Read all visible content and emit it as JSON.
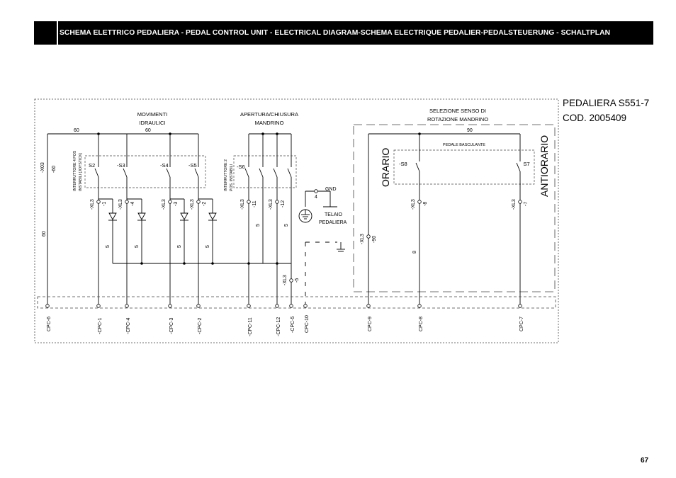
{
  "header": {
    "title": "SCHEMA ELETTRICO PEDALIERA - PEDAL CONTROL UNIT - ELECTRICAL DIAGRAM-SCHEMA ELECTRIQUE PEDALIER-PEDALSTEUERUNG - SCHALTPLAN"
  },
  "page_number": "67",
  "product": {
    "name": "PEDALIERA S551-7",
    "code": "COD. 2005409"
  },
  "sections": {
    "movimenti_line1": "MOVIMENTI",
    "movimenti_line2": "IDRAULICI",
    "apertura_line1": "APERTURA/CHIUSURA",
    "apertura_line2": "MANDRINO",
    "selezione_line1": "SELEZIONE SENSO DI",
    "selezione_line2": "ROTAZIONE MANDRINO",
    "pedale_basculante": "PEDALE BASCULANTE",
    "interruttore4_line1": "INTERRUTTORE 4 POS",
    "interruttore4_line2": "INSTABILI (JOYSTICK)",
    "interruttore2_line1": "INTERRUTTORE 2",
    "interruttore2_line2": "POS. INSTABILI",
    "orario": "ORARIO",
    "antiorario": "ANTIORARIO",
    "gnd": "GND",
    "gnd_pin": "4",
    "telaio_line1": "TELAIO",
    "telaio_line2": "PEDALIERA"
  },
  "wires": {
    "w60_left": "60",
    "w60_mid": "60",
    "w60_vert": "60",
    "w90": "90",
    "w5_a": "5",
    "w5_b": "5",
    "w5_c": "5",
    "w5_d": "5",
    "w5_e": "5",
    "w5_f": "5",
    "w8": "8"
  },
  "switches": {
    "s2": "S2",
    "s3": "-S3",
    "s4": "-S4",
    "s5": "-S5",
    "s6": "-S6",
    "s8": "-S8",
    "s7": "-S7"
  },
  "terminals": {
    "xl3_60": "-X03\n-60",
    "xl3_1": "-XL3\n-1",
    "xl3_4": "-XL3\n-4",
    "xl3_3": "-XL3\n-3",
    "xl3_2": "-XL3\n-2",
    "xl3_11": "-XL3\n-11",
    "xl3_12": "-XL3\n-12",
    "xl3_5": "-XL3\n-5",
    "xl3_90": "-XL3\n-90",
    "xl3_8": "-XL3\n-8",
    "xl3_7": "-XL3\n-7"
  },
  "connector_pins": [
    "CPC-6",
    "-CPC-1",
    "-CPC-4",
    "-CPC-3",
    "-CPC-2",
    "-CPC-11",
    "-CPC-12",
    "-CPC-5",
    "CPC-10",
    "CPC-9",
    "CPC-8",
    "CPC-7"
  ]
}
